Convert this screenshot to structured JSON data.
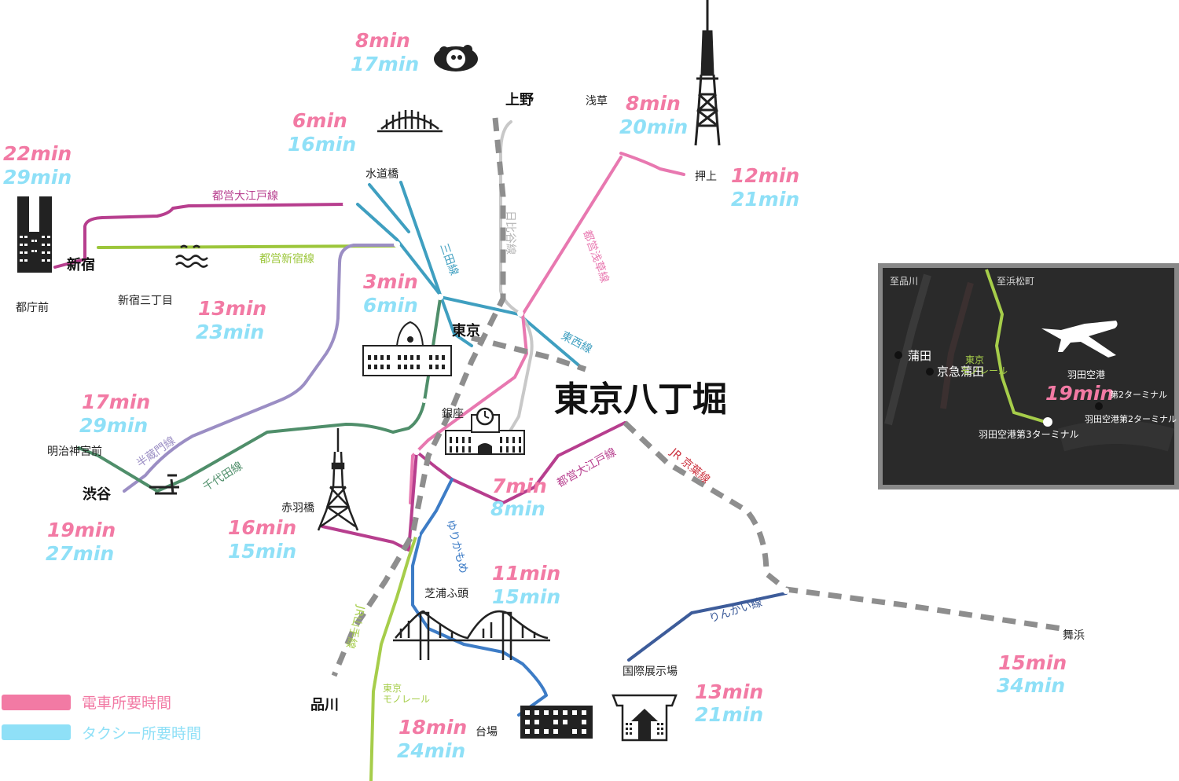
{
  "destination": "東京八丁堀",
  "legend": {
    "train": {
      "label": "電車所要時間",
      "color": "#f27aa4"
    },
    "taxi": {
      "label": "タクシー所要時間",
      "color": "#8fe0f7"
    }
  },
  "stations": {
    "ueno": "上野",
    "asakusa": "浅草",
    "oshiage": "押上",
    "suidobashi": "水道橋",
    "shinjuku": "新宿",
    "tochomae": "都庁前",
    "shinjuku_sanchome": "新宿三丁目",
    "tokyo": "東京",
    "ginza": "銀座",
    "meiji_jingumae": "明治神宮前",
    "shibuya": "渋谷",
    "akabanebashi": "赤羽橋",
    "shibaura_futo": "芝浦ふ頭",
    "shinagawa": "品川",
    "daiba": "台場",
    "kokusai_tenjijo": "国際展示場",
    "maihama": "舞浜"
  },
  "lines": {
    "oedo_top": "都営大江戸線",
    "shinjuku_line": "都営新宿線",
    "mita": "三田線",
    "hibiya": "日比谷線",
    "asakusa_line": "都営浅草線",
    "tozai": "東西線",
    "hanzomon": "半蔵門線",
    "chiyoda": "千代田線",
    "oedo_bottom": "都営大江戸線",
    "keiyo": "JR 京葉線",
    "yurikamome": "ゆりかもめ",
    "yamanote": "JR山手線",
    "monorail": "東京\nモノレール",
    "rinkai": "りんかい線"
  },
  "times": {
    "ueno_zoo": {
      "train": "8min",
      "taxi": "17min"
    },
    "suidobashi": {
      "train": "6min",
      "taxi": "16min"
    },
    "shinjuku": {
      "train": "22min",
      "taxi": "29min"
    },
    "asakusa": {
      "train": "8min",
      "taxi": "20min"
    },
    "oshiage": {
      "train": "12min",
      "taxi": "21min"
    },
    "tokyo": {
      "train": "3min",
      "taxi": "6min"
    },
    "shinjuku_sanchome": {
      "train": "13min",
      "taxi": "23min"
    },
    "meiji_jingumae": {
      "train": "17min",
      "taxi": "29min"
    },
    "shibuya": {
      "train": "19min",
      "taxi": "27min"
    },
    "akabanebashi": {
      "train": "16min",
      "taxi": "15min"
    },
    "ginza_oedo": {
      "train": "7min",
      "taxi": "8min"
    },
    "shibaura": {
      "train": "11min",
      "taxi": "15min"
    },
    "daiba": {
      "train": "18min",
      "taxi": "24min"
    },
    "kokusai": {
      "train": "13min",
      "taxi": "21min"
    },
    "maihama": {
      "train": "15min",
      "taxi": "34min"
    }
  },
  "inset": {
    "to_shinagawa": "至品川",
    "to_hamamatsucho": "至浜松町",
    "kamata": "蒲田",
    "keikyu_kamata": "京急蒲田",
    "monorail": "東京\nモノレール",
    "haneda_airport": "羽田空港",
    "time_train": "19min",
    "terminal2": "第2ターミナル",
    "terminal2_full": "羽田空港第2ターミナル",
    "terminal3": "羽田空港第3ターミナル"
  }
}
